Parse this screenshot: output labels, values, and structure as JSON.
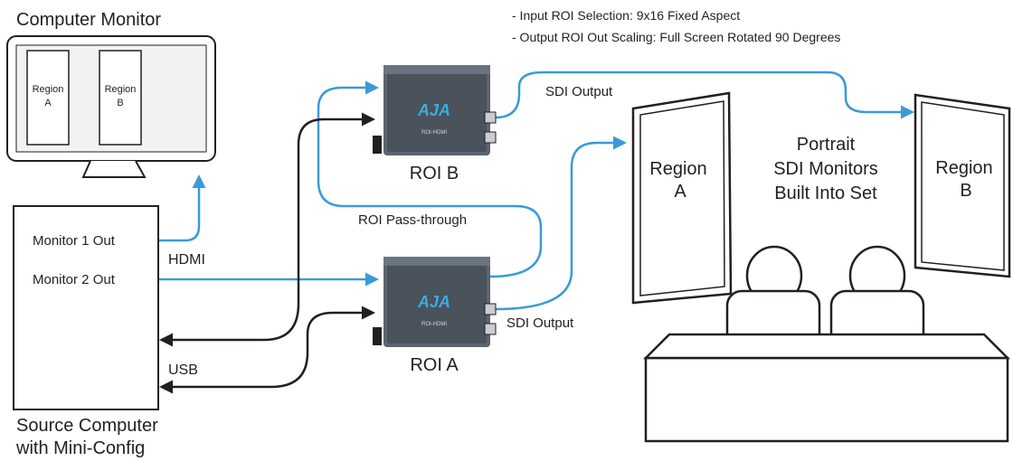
{
  "colors": {
    "blue_signal": "#3a9ad9",
    "usb_black": "#231f20",
    "device_body": "#5b6470",
    "device_face": "#4a525c",
    "aja_blue": "#3fa9e0",
    "outline": "#231f20",
    "monitor_frame": "#ffffff",
    "monitor_panel": "#f2f2f2"
  },
  "computer_monitor": {
    "title": "Computer Monitor",
    "region_a": [
      "Region",
      "A"
    ],
    "region_b": [
      "Region",
      "B"
    ]
  },
  "source_computer": {
    "monitor1_out": "Monitor 1 Out",
    "monitor2_out": "Monitor 2 Out",
    "caption_line1": "Source Computer",
    "caption_line2": "with Mini-Config"
  },
  "connections": {
    "hdmi": "HDMI",
    "usb": "USB",
    "roi_passthrough": "ROI Pass-through",
    "sdi_output_b": "SDI Output",
    "sdi_output_a": "SDI Output"
  },
  "devices": {
    "roi_b": "ROI B",
    "roi_a": "ROI A",
    "brand": "AJA",
    "model": "ROI-HDMI"
  },
  "notes": [
    "- Input ROI Selection: 9x16 Fixed Aspect",
    "- Output ROI Out Scaling: Full Screen Rotated 90 Degrees"
  ],
  "set": {
    "caption": [
      "Portrait",
      "SDI Monitors",
      "Built Into Set"
    ],
    "left_monitor": [
      "Region",
      "A"
    ],
    "right_monitor": [
      "Region",
      "B"
    ]
  }
}
